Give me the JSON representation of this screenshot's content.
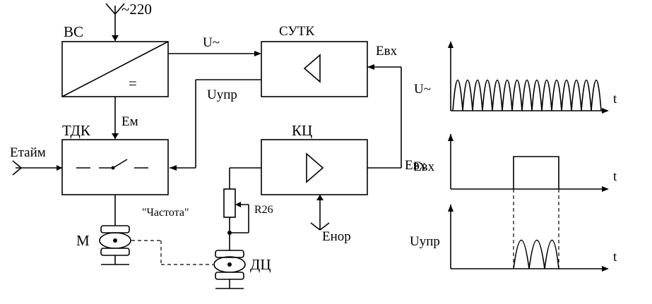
{
  "blocks": {
    "vs": "ВС",
    "sutk": "СУТК",
    "tdk": "ТДК",
    "kc": "КЦ",
    "motor": "М",
    "dc": "ДЦ"
  },
  "signals": {
    "mains": "~220",
    "u_ac": "U~",
    "e_vx_top": "Евх",
    "u_upr": "Uупр",
    "e_m": "Ем",
    "e_taim": "Етайм",
    "e_vx_bottom": "Евх",
    "e_nor": "Енор",
    "chastota": "\"Частота\"",
    "r26": "R26",
    "rect_symbol": "="
  },
  "timing": {
    "plot1_label": "U~",
    "plot2_label": "Евх",
    "plot3_label": "Uупр",
    "time_axis": "t"
  }
}
